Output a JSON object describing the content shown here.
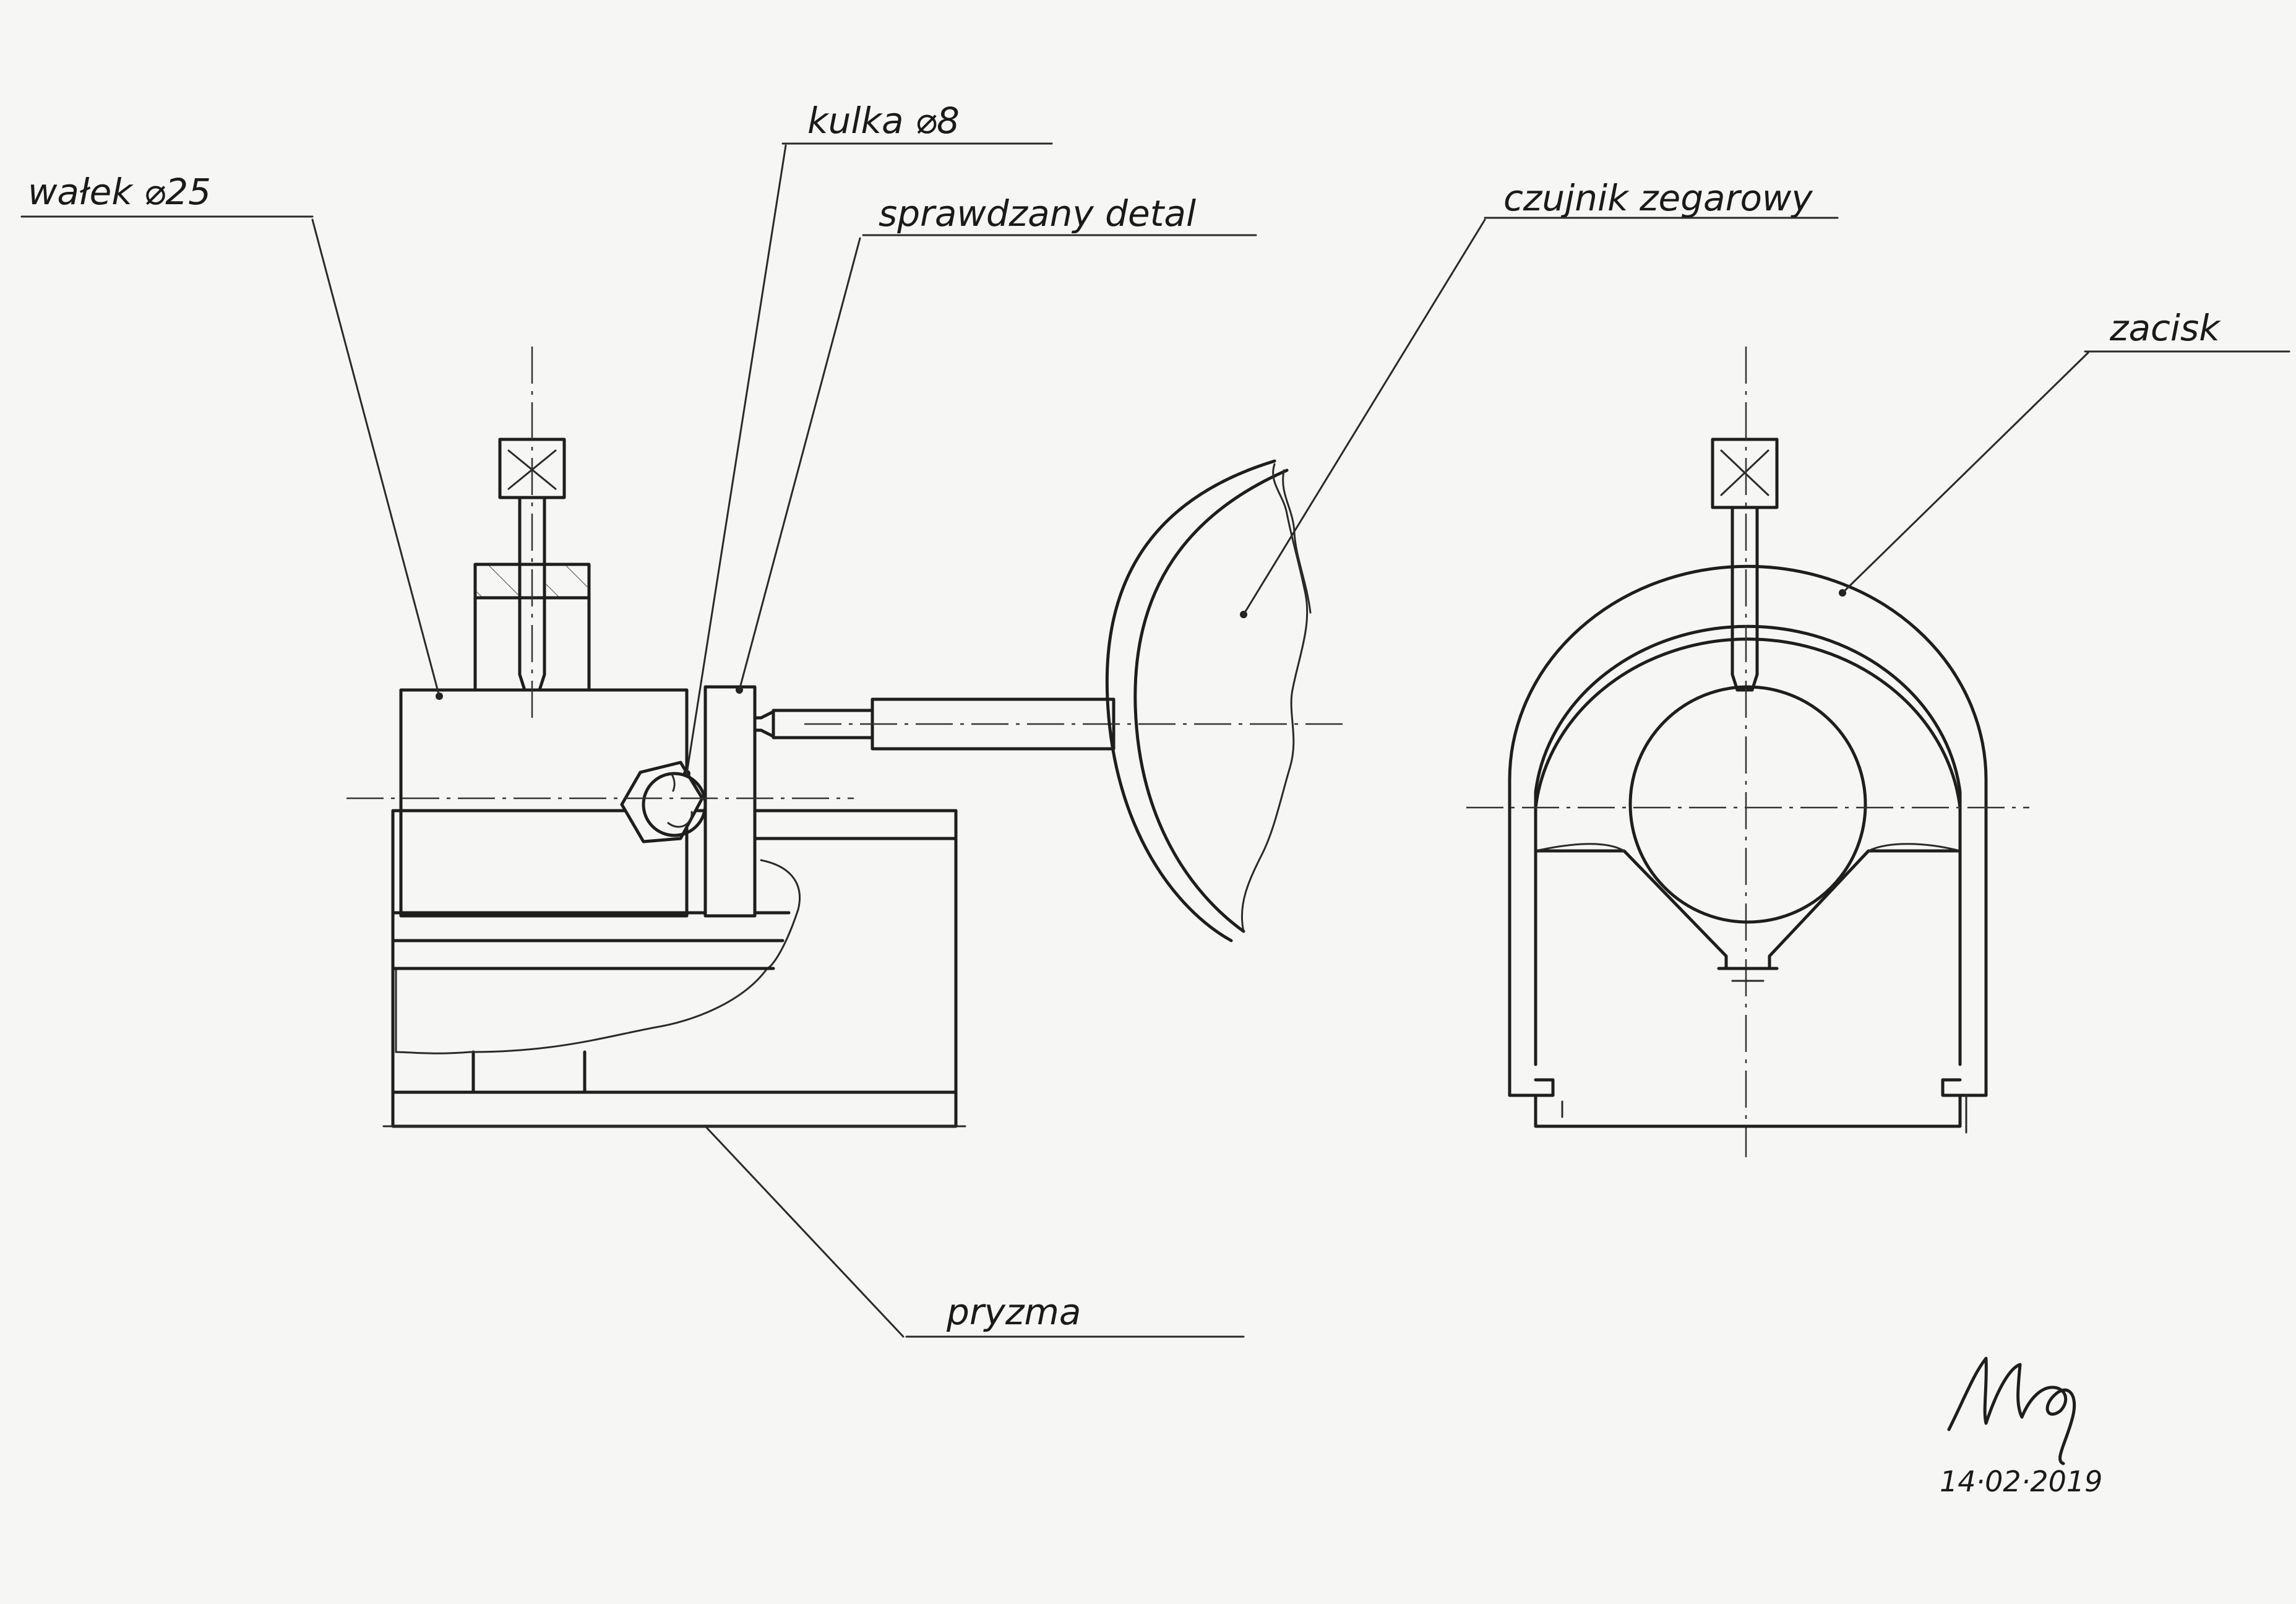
{
  "labels": {
    "walek": "wałek ⌀25",
    "kulka": "kulka ⌀8",
    "detal": "sprawdzany detal",
    "czujnik": "czujnik zegarowy",
    "zacisk": "zacisk",
    "pryzma": "pryzma"
  },
  "signature": {
    "date": "14·02·2019"
  },
  "colors": {
    "paper": "#f6f6f4",
    "ink": "#1e1e1e"
  }
}
